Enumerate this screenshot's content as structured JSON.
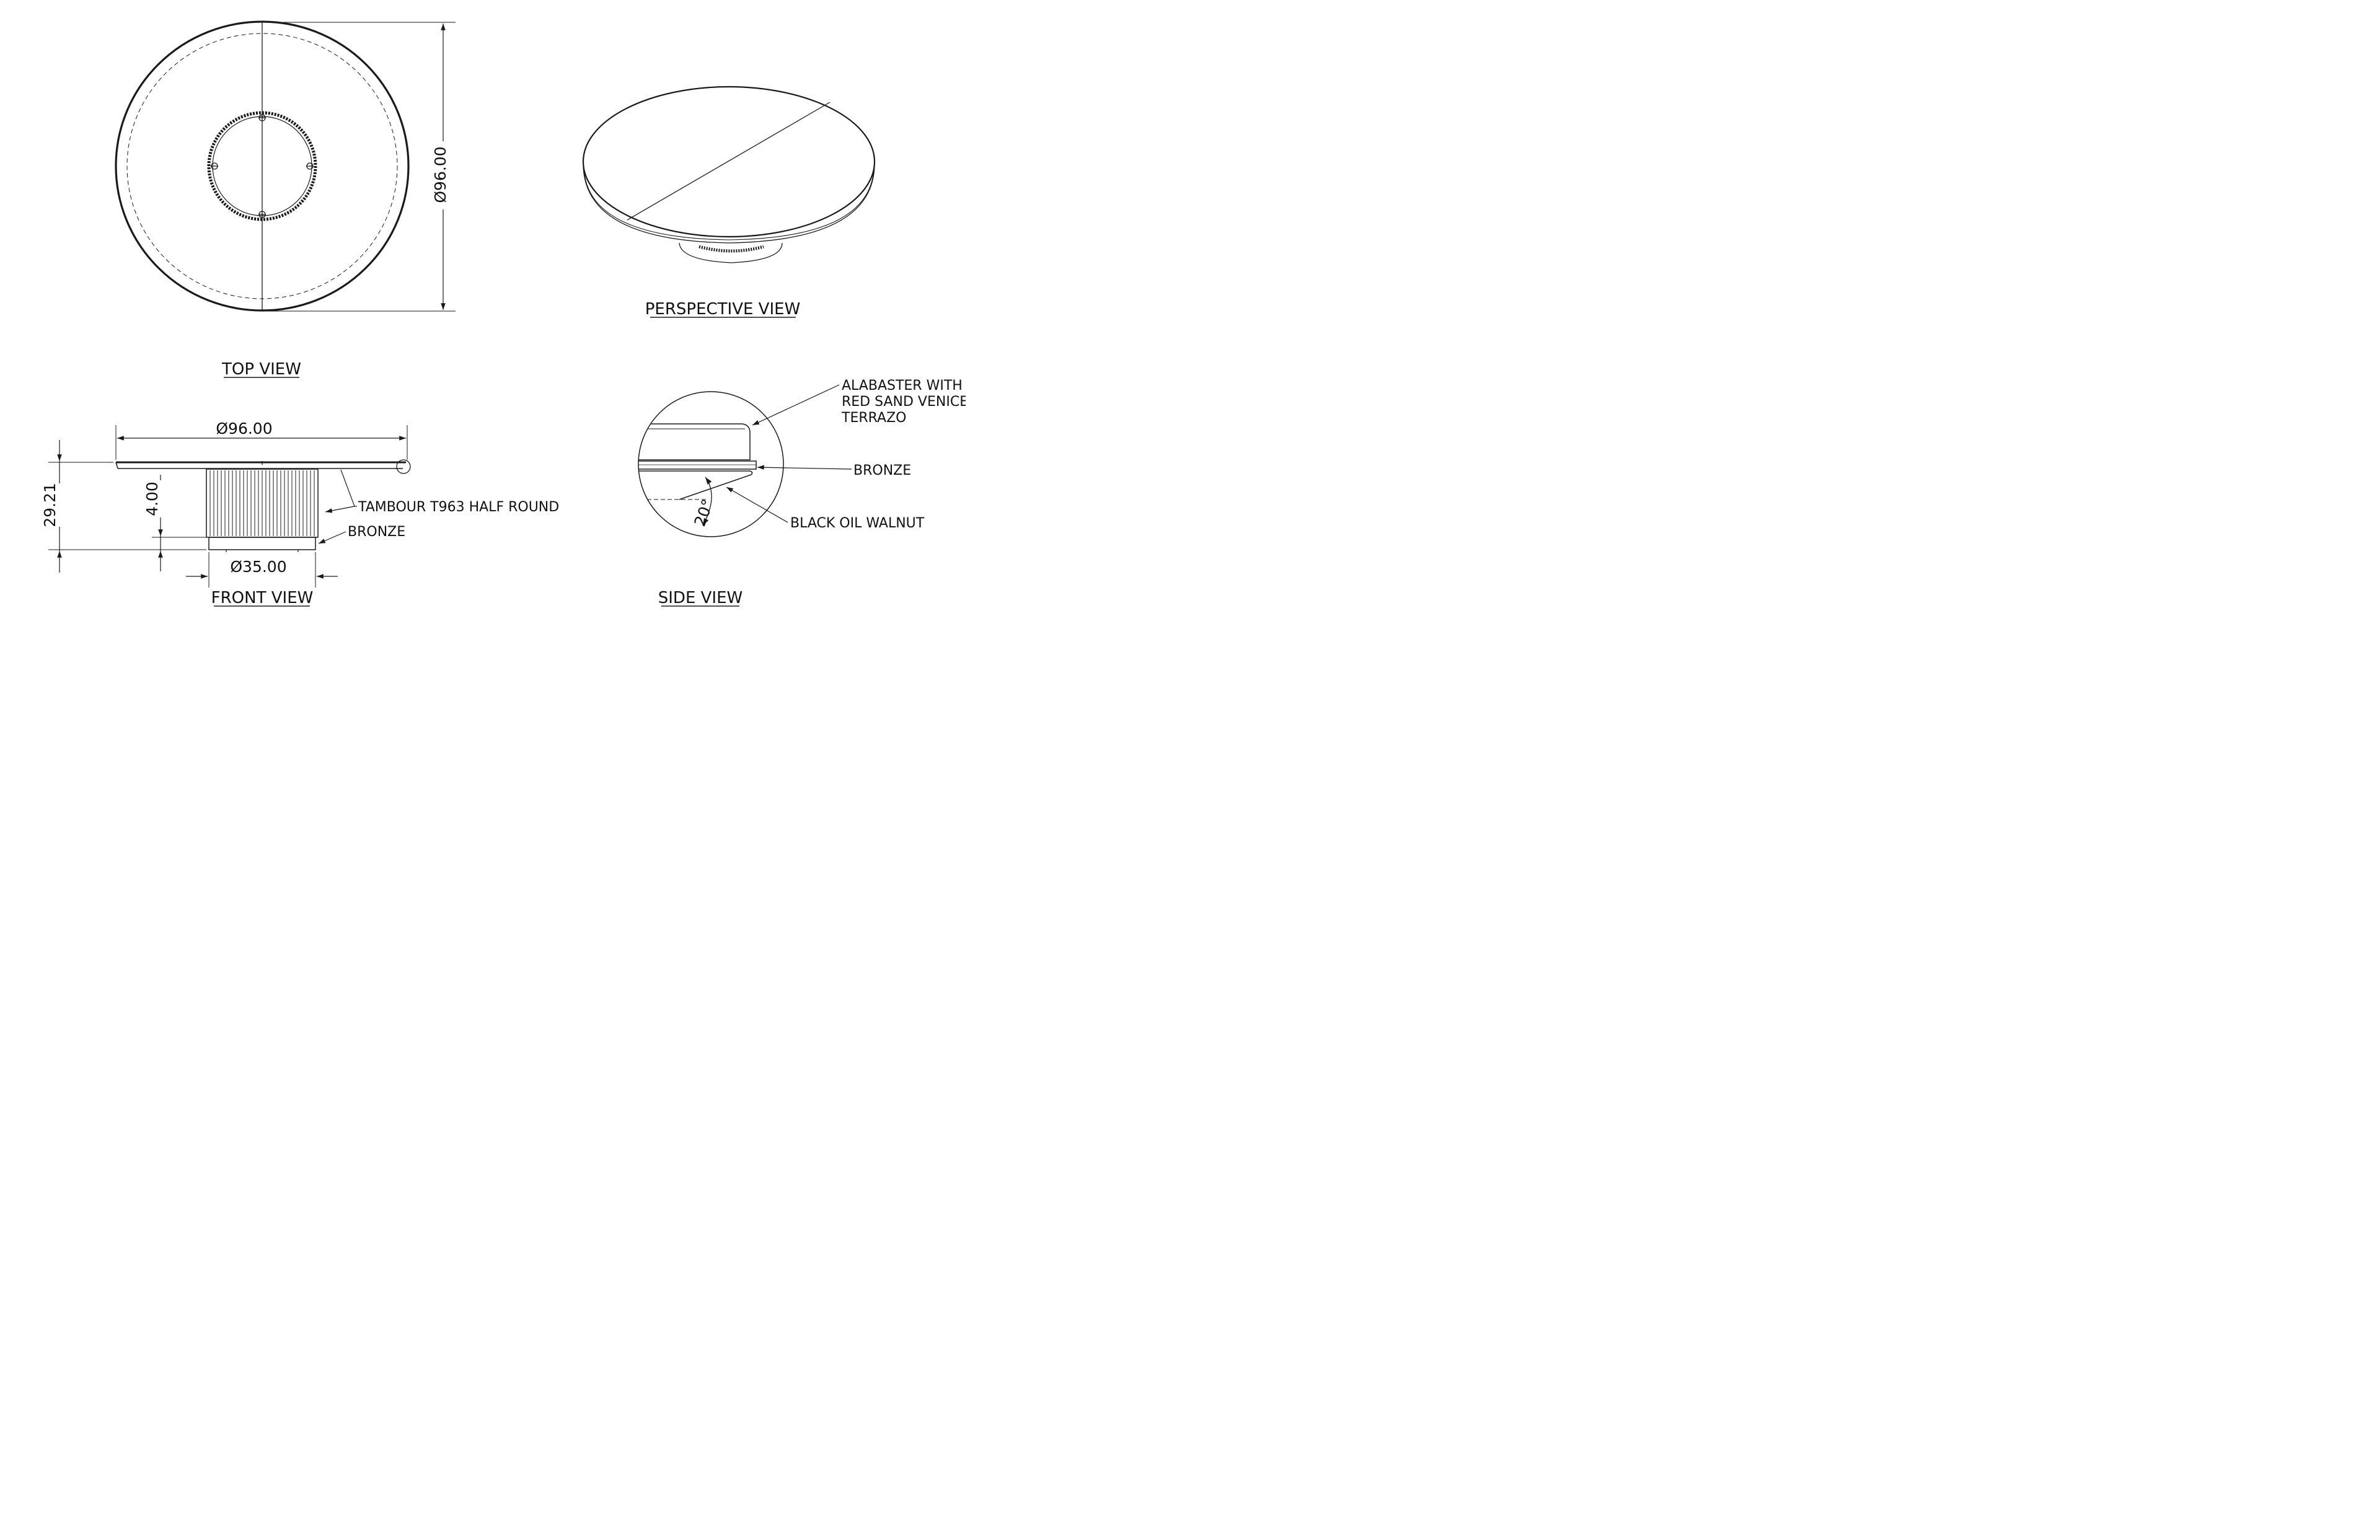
{
  "views": {
    "top": {
      "title": "TOP VIEW",
      "diameter_dimension": "Ø96.00"
    },
    "perspective": {
      "title": "PERSPECTIVE VIEW"
    },
    "front": {
      "title": "FRONT VIEW",
      "top_diameter_dimension": "Ø96.00",
      "base_diameter_dimension": "Ø35.00",
      "overall_height_dimension": "29.21",
      "base_gap_dimension": "4.00",
      "callouts": {
        "tambour": "TAMBOUR T963 HALF ROUND",
        "bronze": "BRONZE"
      }
    },
    "side": {
      "title": "SIDE VIEW",
      "angle_dimension": "20°",
      "callouts": {
        "top_material_line1": "ALABASTER WITH",
        "top_material_line2": "RED SAND VENICE",
        "top_material_line3": "TERRAZO",
        "bronze": "BRONZE",
        "walnut": "BLACK OIL WALNUT"
      }
    }
  },
  "colors": {
    "line": "#1a1a1a",
    "background": "#ffffff"
  }
}
